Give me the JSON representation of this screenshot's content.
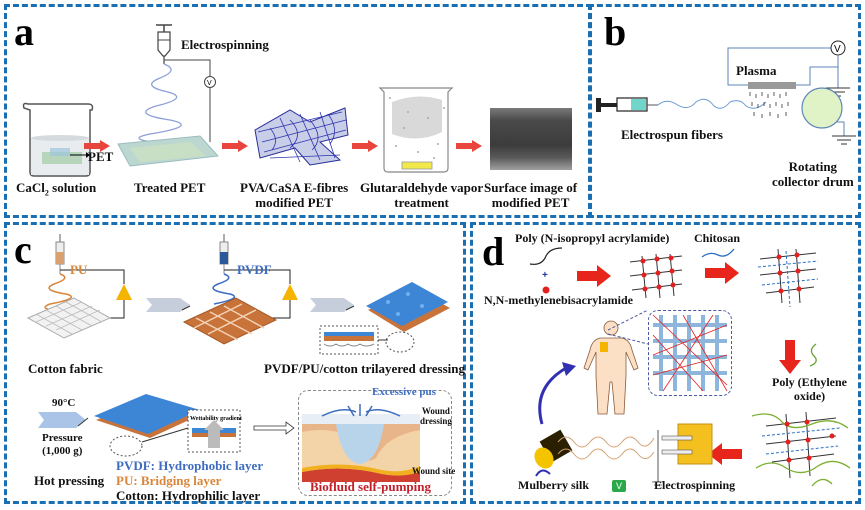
{
  "figure": {
    "panels": {
      "a": {
        "label": "a",
        "steps": [
          {
            "caption_main": "CaCl",
            "caption_sub": "2",
            "caption_rest": " solution",
            "inset_label": "PET"
          },
          {
            "caption": "Treated PET",
            "process_label": "Electrospinning",
            "voltage_symbol": "V"
          },
          {
            "caption_line1": "PVA/CaSA E-fibres",
            "caption_line2": "modified PET"
          },
          {
            "caption_line1": "Glutaraldehyde vapor",
            "caption_line2": "treatment"
          },
          {
            "caption_line1": "Surface image of",
            "caption_line2": "modified PET"
          }
        ]
      },
      "b": {
        "label": "b",
        "plasma_label": "Plasma",
        "voltage_symbol": "V",
        "fibers_label": "Electrospun fibers",
        "drum_label_line1": "Rotating",
        "drum_label_line2": "collector drum"
      },
      "c": {
        "label": "c",
        "pu_label": "PU",
        "pvdf_label": "PVDF",
        "cotton_caption": "Cotton fabric",
        "trilayer_caption": "PVDF/PU/cotton trilayered dressing",
        "hot_pressing": {
          "temperature": "90°C",
          "pressure_line1": "Pressure",
          "pressure_line2": "(1,000 g)",
          "caption": "Hot pressing"
        },
        "wettability_label": "Wettability gradient",
        "layers": [
          {
            "text": "PVDF: Hydrophobic layer",
            "color": "#3d6cc0"
          },
          {
            "text": "PU: Bridging layer",
            "color": "#d9863a"
          },
          {
            "text": "Cotton: Hydrophilic layer",
            "color": "#111111"
          }
        ],
        "wound": {
          "excessive_pus": "Excessive pus",
          "dressing_line1": "Wound",
          "dressing_line2": "dressing",
          "site": "Wound site",
          "biofluid": "Biofluid self-pumping"
        }
      },
      "d": {
        "label": "d",
        "pnipam": "Poly (N-isopropyl acrylamide)",
        "mba": "N,N-methylenebisacrylamide",
        "chitosan": "Chitosan",
        "peo_line1": "Poly (Ethylene",
        "peo_line2": "oxide)",
        "mulberry": "Mulberry silk",
        "electrospinning": "Electrospinning",
        "voltage_symbol": "V",
        "plus": "+"
      }
    },
    "colors": {
      "border": "#1a6fb3",
      "arrow_red": "#e8453c",
      "crosslink_red": "#e22020",
      "pvdf_blue": "#3d6cc0",
      "pu_orange": "#d9863a",
      "biofluid_red": "#c0202a"
    }
  }
}
